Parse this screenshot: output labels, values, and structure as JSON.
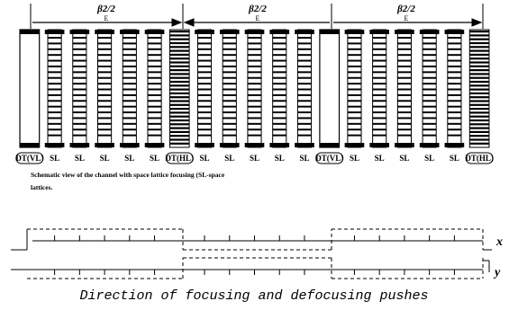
{
  "top": {
    "period_labels": [
      "β2/2",
      "β2/2",
      "β2/2"
    ],
    "e_label": "E",
    "directions": [
      "right",
      "left",
      "right"
    ]
  },
  "labels": {
    "dt_vl": "DT(VL)",
    "dt_hl": "DT(HL)",
    "sl": "SL"
  },
  "elements": [
    "DT(VL)",
    "SL",
    "SL",
    "SL",
    "SL",
    "SL",
    "DT(HL)",
    "SL",
    "SL",
    "SL",
    "SL",
    "SL",
    "DT(VL)",
    "SL",
    "SL",
    "SL",
    "SL",
    "SL",
    "DT(HL)"
  ],
  "caption": {
    "line1": "Schematic view of the channel with space lattice focusing (SL-space",
    "line2": "lattices."
  },
  "bottom": {
    "x_label": "x",
    "y_label": "y",
    "title": "Direction of focusing and defocusing pushes"
  },
  "colors": {
    "stroke": "#000000",
    "background": "#ffffff"
  }
}
